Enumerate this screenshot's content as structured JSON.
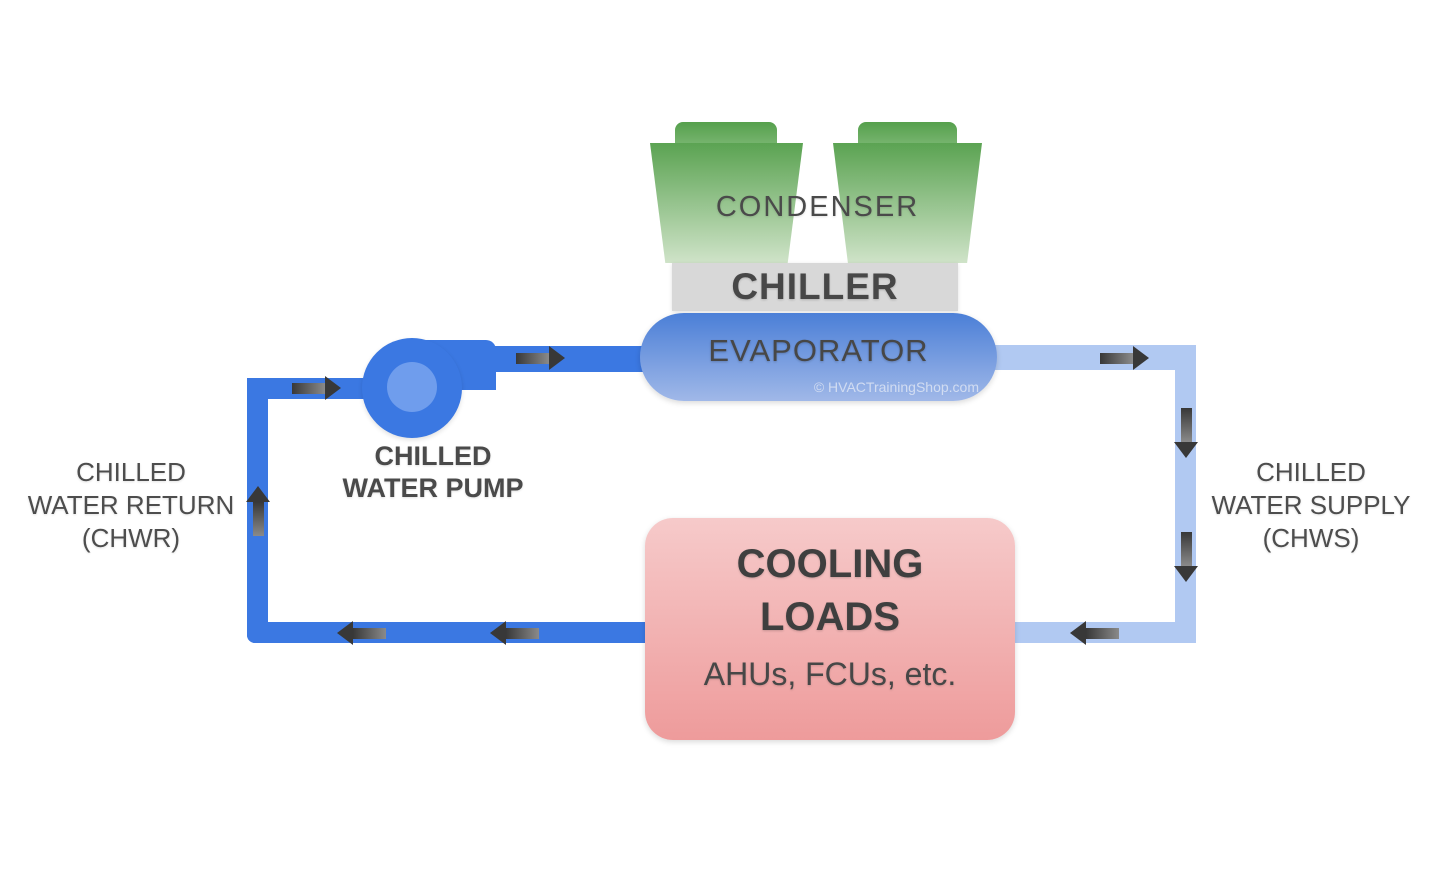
{
  "diagram": {
    "condenser_label": "CONDENSER",
    "chiller_label": "CHILLER",
    "evaporator_label": "EVAPORATOR",
    "watermark": "© HVACTrainingShop.com",
    "pump_label": {
      "line1": "CHILLED",
      "line2": "WATER PUMP"
    },
    "cooling_loads": {
      "line1": "COOLING",
      "line2": "LOADS",
      "subtitle": "AHUs, FCUs, etc."
    },
    "chwr_label": {
      "line1": "CHILLED",
      "line2": "WATER RETURN",
      "line3": "(CHWR)"
    },
    "chws_label": {
      "line1": "CHILLED",
      "line2": "WATER SUPPLY",
      "line3": "(CHWS)"
    }
  },
  "colors": {
    "pipe_dark": "#3b78e2",
    "pipe_light": "#b1c9f2",
    "pump_body": "#3b78e2",
    "pump_inner": "#6f9ded",
    "evap_top": "#4b7fd7",
    "evap_bottom": "#a0b8e8",
    "green_top": "#5ba352",
    "green_bottom": "#cfe3c8",
    "green_tab": "#55a04c",
    "chiller_bar": "#d8d8d8",
    "pink_top": "#f6caca",
    "pink_bottom": "#ee9b9b",
    "arrow_dark": "#383838",
    "arrow_light": "#8a8a8a",
    "text_dark": "#474747",
    "text_label": "#4d4d4d",
    "watermark": "#dce4f4"
  }
}
